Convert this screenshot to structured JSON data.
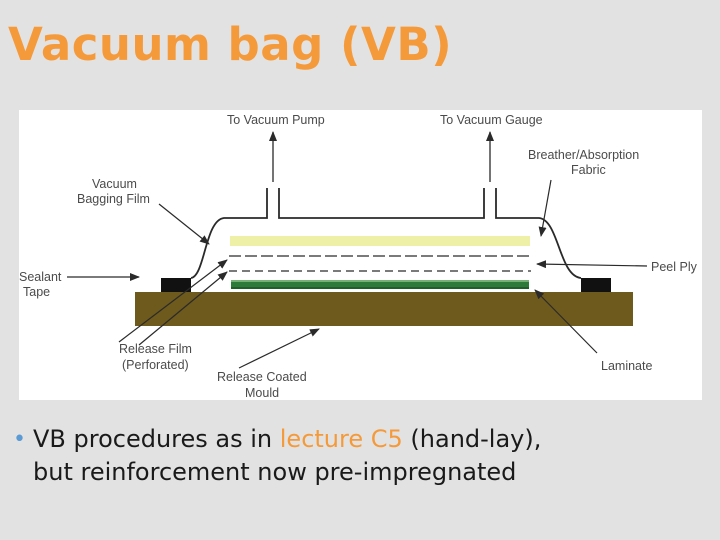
{
  "title": "Vacuum bag (VB)",
  "diagram": {
    "labels": {
      "vacuum_pump": "To Vacuum Pump",
      "vacuum_gauge": "To Vacuum Gauge",
      "breather_line1": "Breather/Absorption",
      "breather_line2": "Fabric",
      "bag_film_line1": "Vacuum",
      "bag_film_line2": "Bagging Film",
      "sealant_line1": "Sealant",
      "sealant_line2": "Tape",
      "peel_ply": "Peel Ply",
      "release_film_line1": "Release Film",
      "release_film_line2": "(Perforated)",
      "release_mould_line1": "Release Coated",
      "release_mould_line2": "Mould",
      "laminate": "Laminate"
    },
    "colors": {
      "mould": "#6e5a1c",
      "breather": "#eef0a8",
      "laminate": "#2e7a3a",
      "sealant": "#111111",
      "lines": "#2a2a2a"
    }
  },
  "bullet": {
    "part1": "VB procedures as in ",
    "highlight": "lecture C5",
    "part2": " (hand-lay),",
    "line2": "but reinforcement now pre-impregnated"
  },
  "colors": {
    "title": "#f59a3a",
    "background": "#e2e2e2",
    "bullet_marker": "#5b9bd5"
  }
}
